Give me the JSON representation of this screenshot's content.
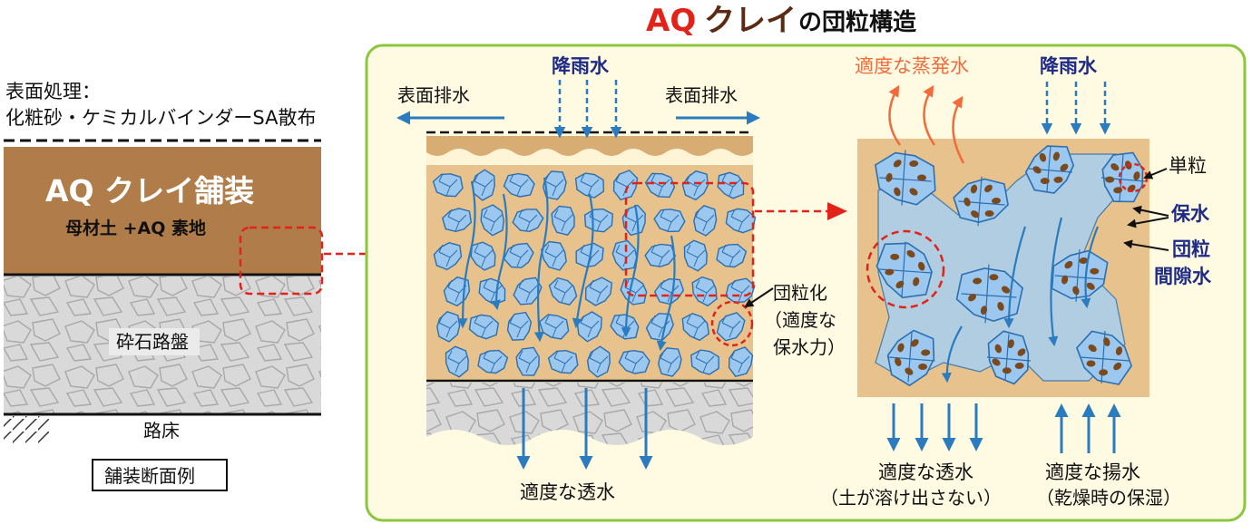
{
  "title": {
    "prefix": "AQ",
    "middle": "クレイ",
    "suffix": "の団粒構造"
  },
  "left_section": {
    "surface_treatment_line1": "表面処理：",
    "surface_treatment_line2": "化粧砂・ケミカルバインダーSA散布",
    "pavement_title": "AQ クレイ舗装",
    "pavement_sub": "母材土 +AQ 素地",
    "base_label": "砕石路盤",
    "subgrade_label": "路床",
    "caption": "舗装断面例"
  },
  "middle_section": {
    "rain_label": "降雨水",
    "drain_left": "表面排水",
    "drain_right": "表面排水",
    "aggregation_line1": "団粒化",
    "aggregation_line2": "（適度な",
    "aggregation_line3": "保水力）",
    "permeation_label": "適度な透水"
  },
  "right_section": {
    "evaporation_label": "適度な蒸発水",
    "rain_label": "降雨水",
    "single_grain": "単粒",
    "water_retention": "保水",
    "pore_water_line1": "団粒",
    "pore_water_line2": "間隙水",
    "permeation_line1": "適度な透水",
    "permeation_line2": "（土が溶け出さない）",
    "capillary_line1": "適度な揚水",
    "capillary_line2": "（乾燥時の保湿）"
  },
  "colors": {
    "title_red": "#e2231a",
    "title_brown": "#5b2a12",
    "panel_border": "#8cc63f",
    "panel_fill": "#fffbe3",
    "soil_tan": "#e7c28c",
    "pavement_brown": "#b07d4a",
    "gravel_grey": "#d8d8d8",
    "grain_blue": "#9cc8f0",
    "arrow_blue": "#2b7bbf",
    "evap_orange": "#f26b3a",
    "dash_red": "#e2231a",
    "label_navy": "#1d2b86"
  }
}
